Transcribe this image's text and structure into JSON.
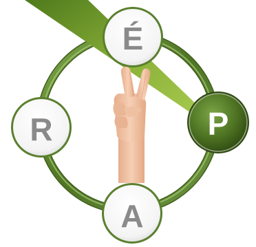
{
  "diagram": {
    "nodes": [
      {
        "id": "top",
        "letter": "É",
        "active": false
      },
      {
        "id": "right",
        "letter": "P",
        "active": true
      },
      {
        "id": "bottom",
        "letter": "A",
        "active": false
      },
      {
        "id": "left",
        "letter": "R",
        "active": false
      }
    ],
    "colors": {
      "ring": "#5a7f2e",
      "ring_light": "#9cc06a",
      "active_fill": "#4d7222",
      "active_text": "#ffffff",
      "inactive_fill": "#ffffff",
      "inactive_text": "#8a8a8a",
      "pointer": "#8db33a",
      "skin": "#f2c4a6"
    },
    "center_icon": "hand-peace-sign-icon"
  }
}
